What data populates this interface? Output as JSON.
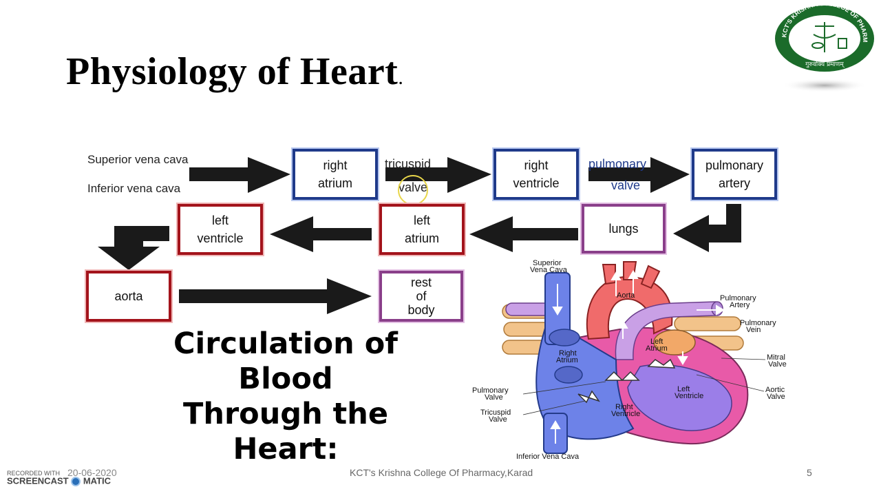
{
  "slide": {
    "title": "Physiology of Heart",
    "title_suffix": "."
  },
  "flow": {
    "svc": "Superior vena cava",
    "ivc": "Inferior vena cava",
    "right_atrium": [
      "right",
      "atrium"
    ],
    "tricuspid": [
      "tricuspid",
      "valve"
    ],
    "right_ventricle": [
      "right",
      "ventricle"
    ],
    "pulmonary_valve": [
      "pulmonary",
      "valve"
    ],
    "pulmonary_artery": [
      "pulmonary",
      "artery"
    ],
    "lungs": "lungs",
    "left_atrium": [
      "left",
      "atrium"
    ],
    "left_ventricle": [
      "left",
      "ventricle"
    ],
    "aorta": "aorta",
    "rest_of_body": [
      "rest",
      "of",
      "body"
    ]
  },
  "caption": [
    "Circulation of",
    "Blood",
    "Through the",
    "Heart:"
  ],
  "heart_labels": {
    "svc": [
      "Superior",
      "Vena Cava"
    ],
    "aorta": "Aorta",
    "pulm_artery": [
      "Pulmonary",
      "Artery"
    ],
    "pulm_vein": [
      "Pulmonary",
      "Vein"
    ],
    "left_atrium": [
      "Left",
      "Atrium"
    ],
    "mitral": [
      "Mitral",
      "Valve"
    ],
    "right_atrium": [
      "Right",
      "Atrium"
    ],
    "aortic": [
      "Aortic",
      "Valve"
    ],
    "pulm_valve": [
      "Pulmonary",
      "Valve"
    ],
    "left_ventricle": [
      "Left",
      "Ventricle"
    ],
    "tricuspid": [
      "Tricuspid",
      "Valve"
    ],
    "right_ventricle": [
      "Right",
      "Ventricle"
    ],
    "ivc": "Inferior Vena Cava"
  },
  "logo": {
    "name": "KCT'S KRISHNA COLLEGE OF PHARMACY, KARAD",
    "motto": "गुरुर्वाक्यं प्रमाणम्"
  },
  "footer": {
    "date": "20-06-2020",
    "center": "KCT's Krishna College Of Pharmacy,Karad",
    "page": "5"
  },
  "watermark": {
    "line1": "RECORDED WITH",
    "line2": "SCREENCAST",
    "line3": "MATIC"
  },
  "colors": {
    "blue": "#1f3a8a",
    "red": "#a3131b",
    "purple": "#8a3f8a",
    "arrow": "#1a1a1a"
  }
}
